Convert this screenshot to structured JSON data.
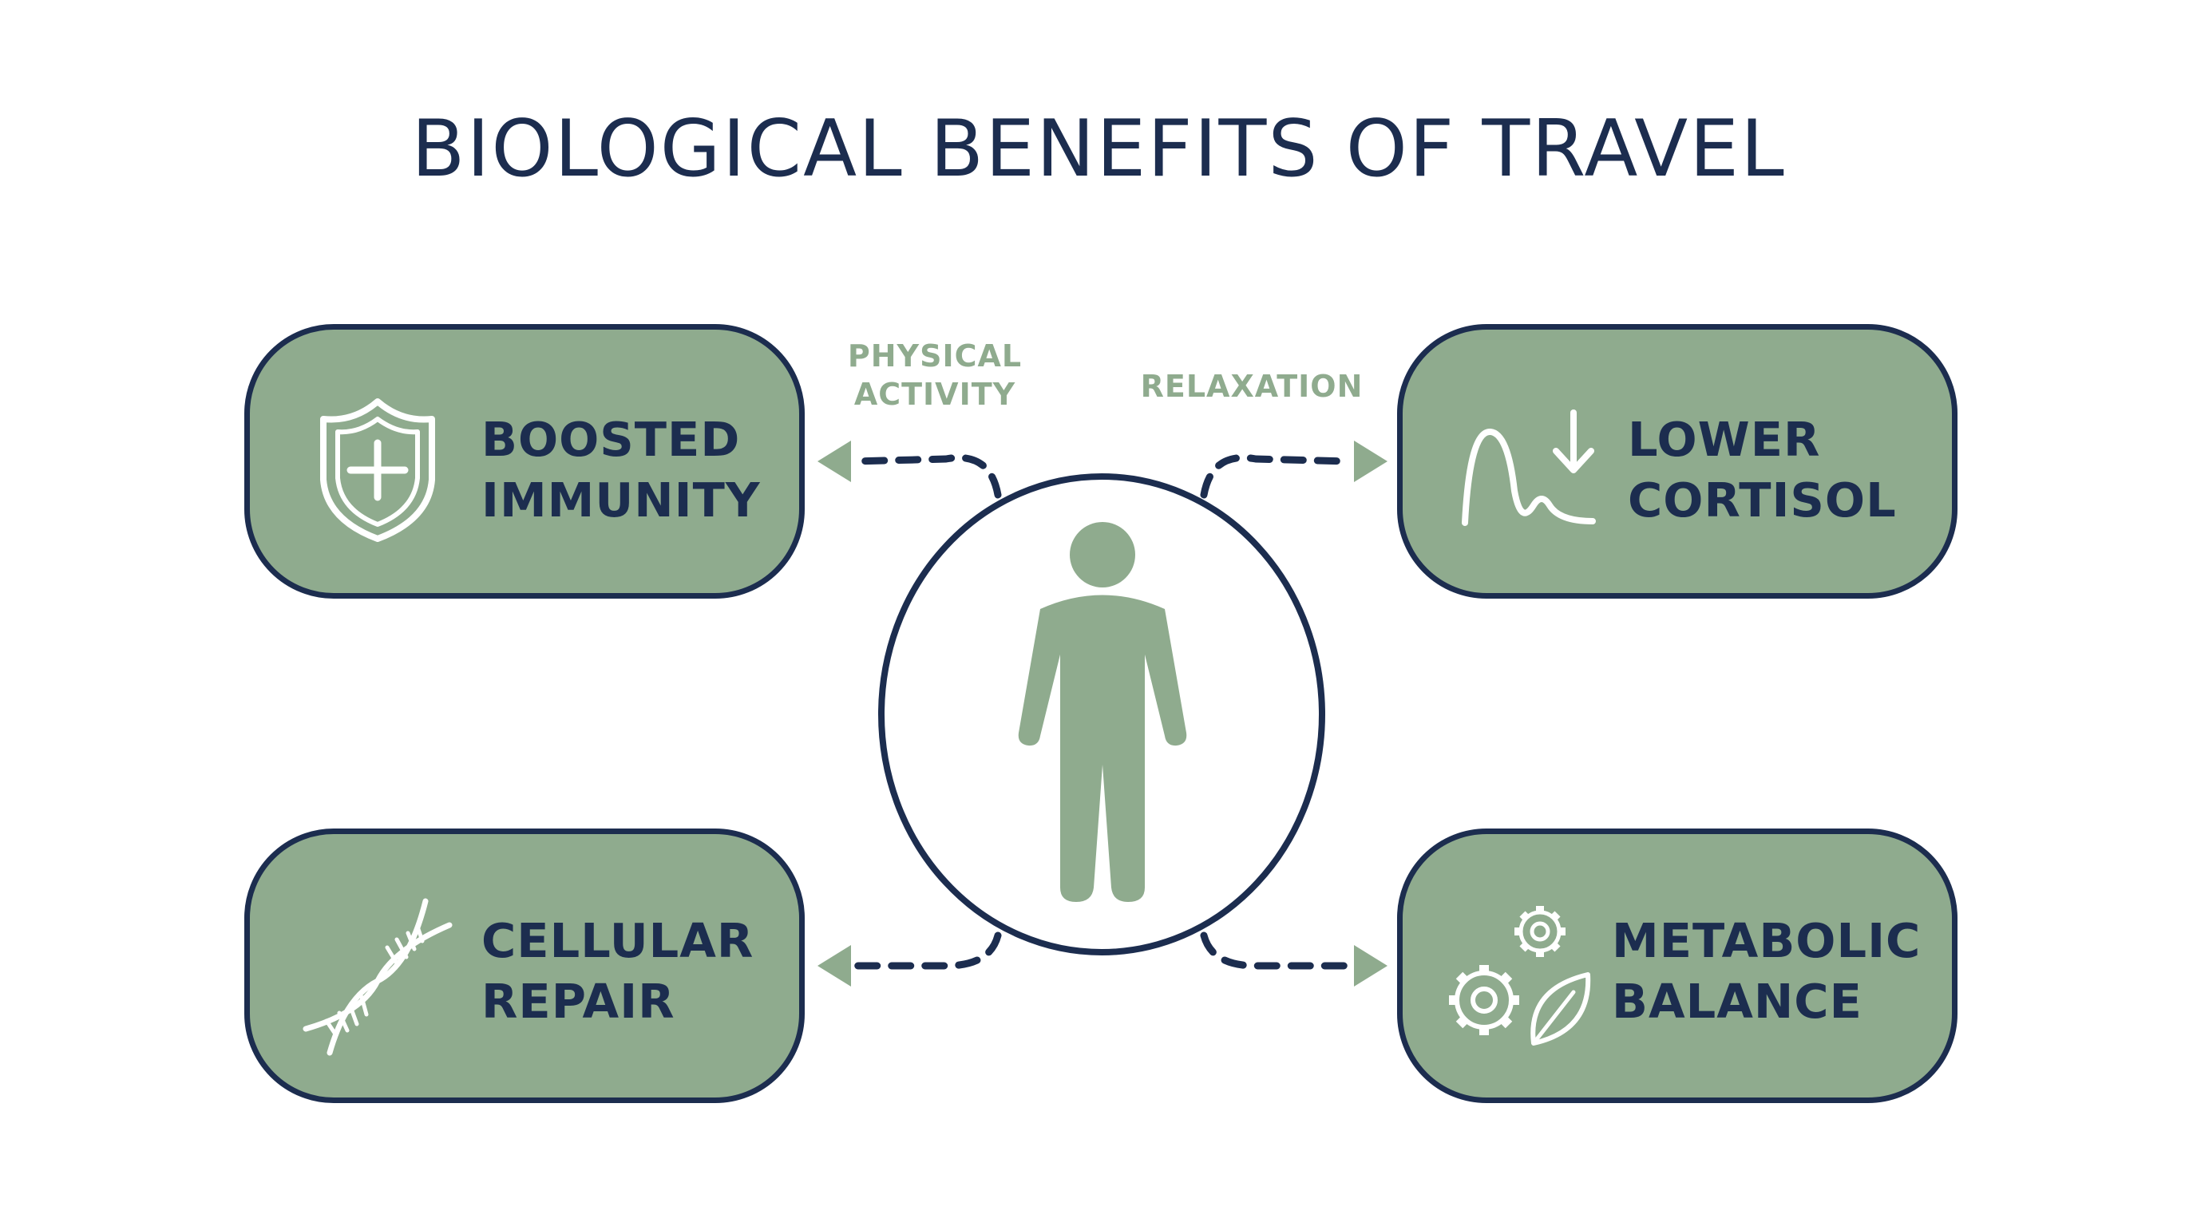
{
  "title": "BIOLOGICAL BENEFITS OF TRAVEL",
  "center": {
    "icon": "person-icon"
  },
  "connectors": {
    "physical_activity": [
      "PHYSICAL",
      "ACTIVITY"
    ],
    "relaxation": "RELAXATION"
  },
  "cards": {
    "top_left": {
      "lines": [
        "BOOSTED",
        "IMMUNITY"
      ],
      "icon": "shield-plus-icon"
    },
    "top_right": {
      "lines": [
        "LOWER",
        "CORTISOL"
      ],
      "icon": "cortisol-curve-down-icon"
    },
    "bottom_left": {
      "lines": [
        "CELLULAR",
        "REPAIR"
      ],
      "icon": "dna-helix-icon"
    },
    "bottom_right": {
      "lines": [
        "METABOLIC",
        "BALANCE"
      ],
      "icon": "gears-leaf-icon"
    }
  },
  "colors": {
    "navy": "#1c2d4f",
    "sage": "#8fab8e",
    "background": "#ffffff"
  }
}
